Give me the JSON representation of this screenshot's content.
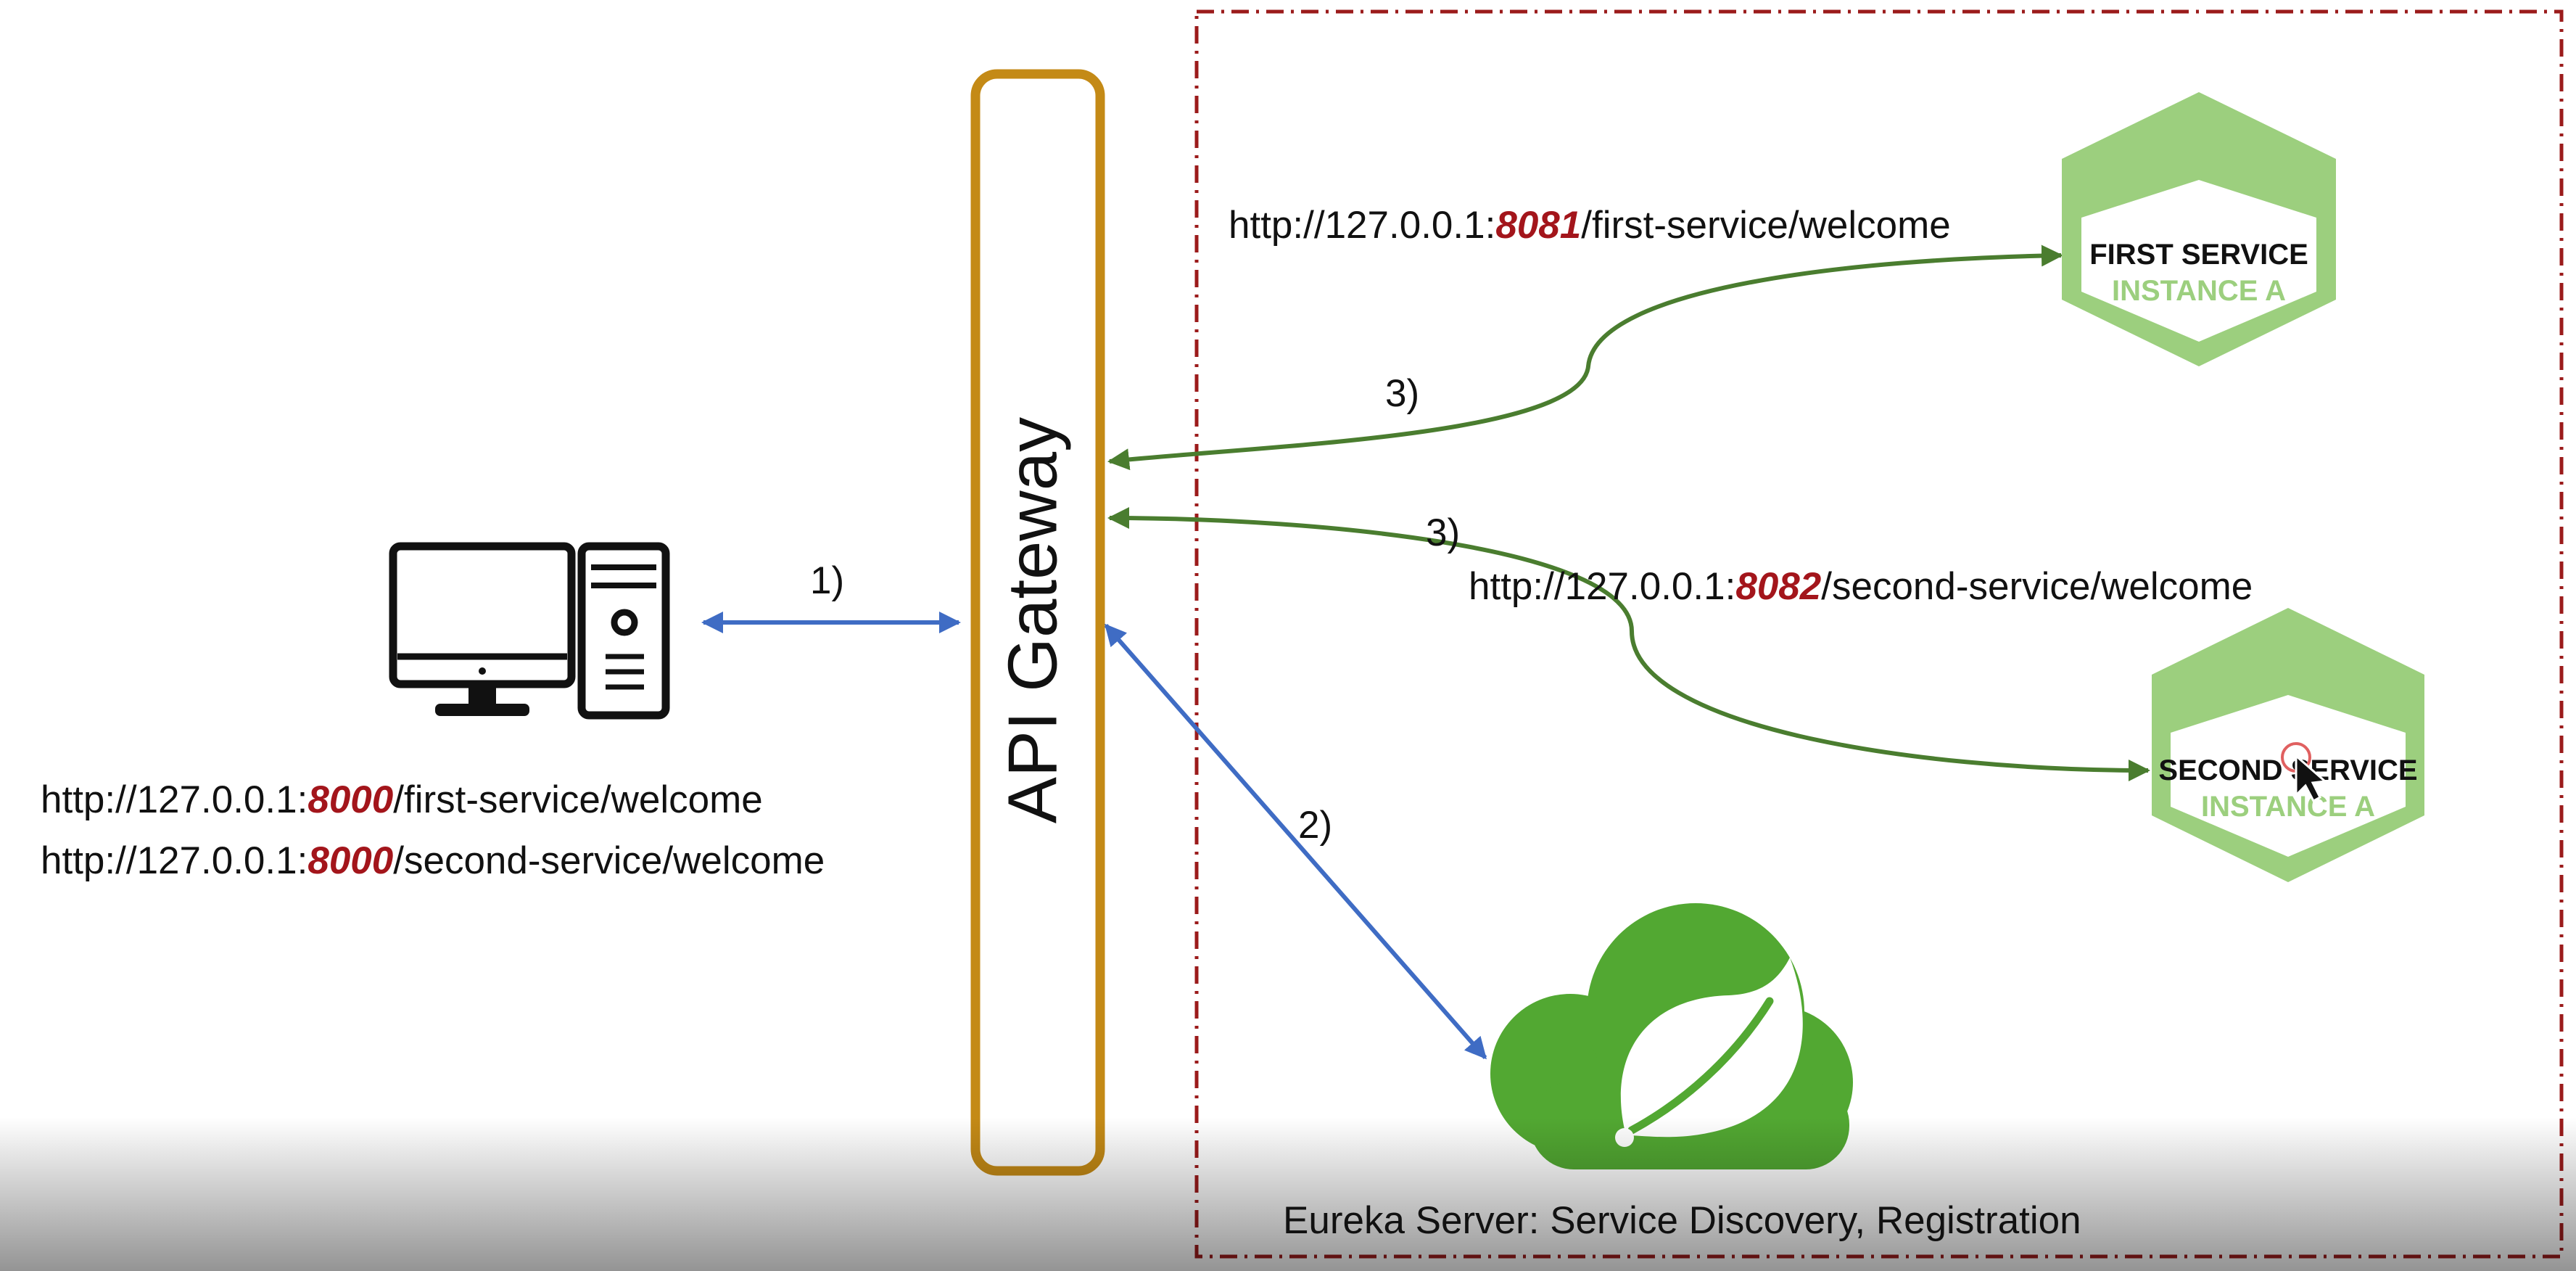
{
  "gateway": {
    "label": "API Gateway"
  },
  "client": {
    "urls": [
      {
        "prefix": "http://127.0.0.1:",
        "port": "8000",
        "path": "/first-service/welcome"
      },
      {
        "prefix": "http://127.0.0.1:",
        "port": "8000",
        "path": "/second-service/welcome"
      }
    ]
  },
  "first_service": {
    "title": "FIRST SERVICE",
    "instance": "INSTANCE A",
    "url": {
      "prefix": "http://127.0.0.1:",
      "port": "8081",
      "path": "/first-service/welcome"
    }
  },
  "second_service": {
    "title": "SECOND SERVICE",
    "instance": "INSTANCE A",
    "url": {
      "prefix": "http://127.0.0.1:",
      "port": "8082",
      "path": "/second-service/welcome"
    }
  },
  "eureka": {
    "label": "Eureka Server: Service Discovery, Registration"
  },
  "steps": {
    "client_gateway": "1)",
    "gateway_eureka": "2)",
    "gateway_first": "3)",
    "gateway_second": "3)"
  },
  "colors": {
    "gateway_border": "#c48a16",
    "blue_arrow": "#3f6cc4",
    "green_arrow": "#4a7d2f",
    "hexagon": "#9ccf7e",
    "spring_green": "#52a832",
    "boundary": "#9b1b1b",
    "port_text": "#a3151b"
  }
}
